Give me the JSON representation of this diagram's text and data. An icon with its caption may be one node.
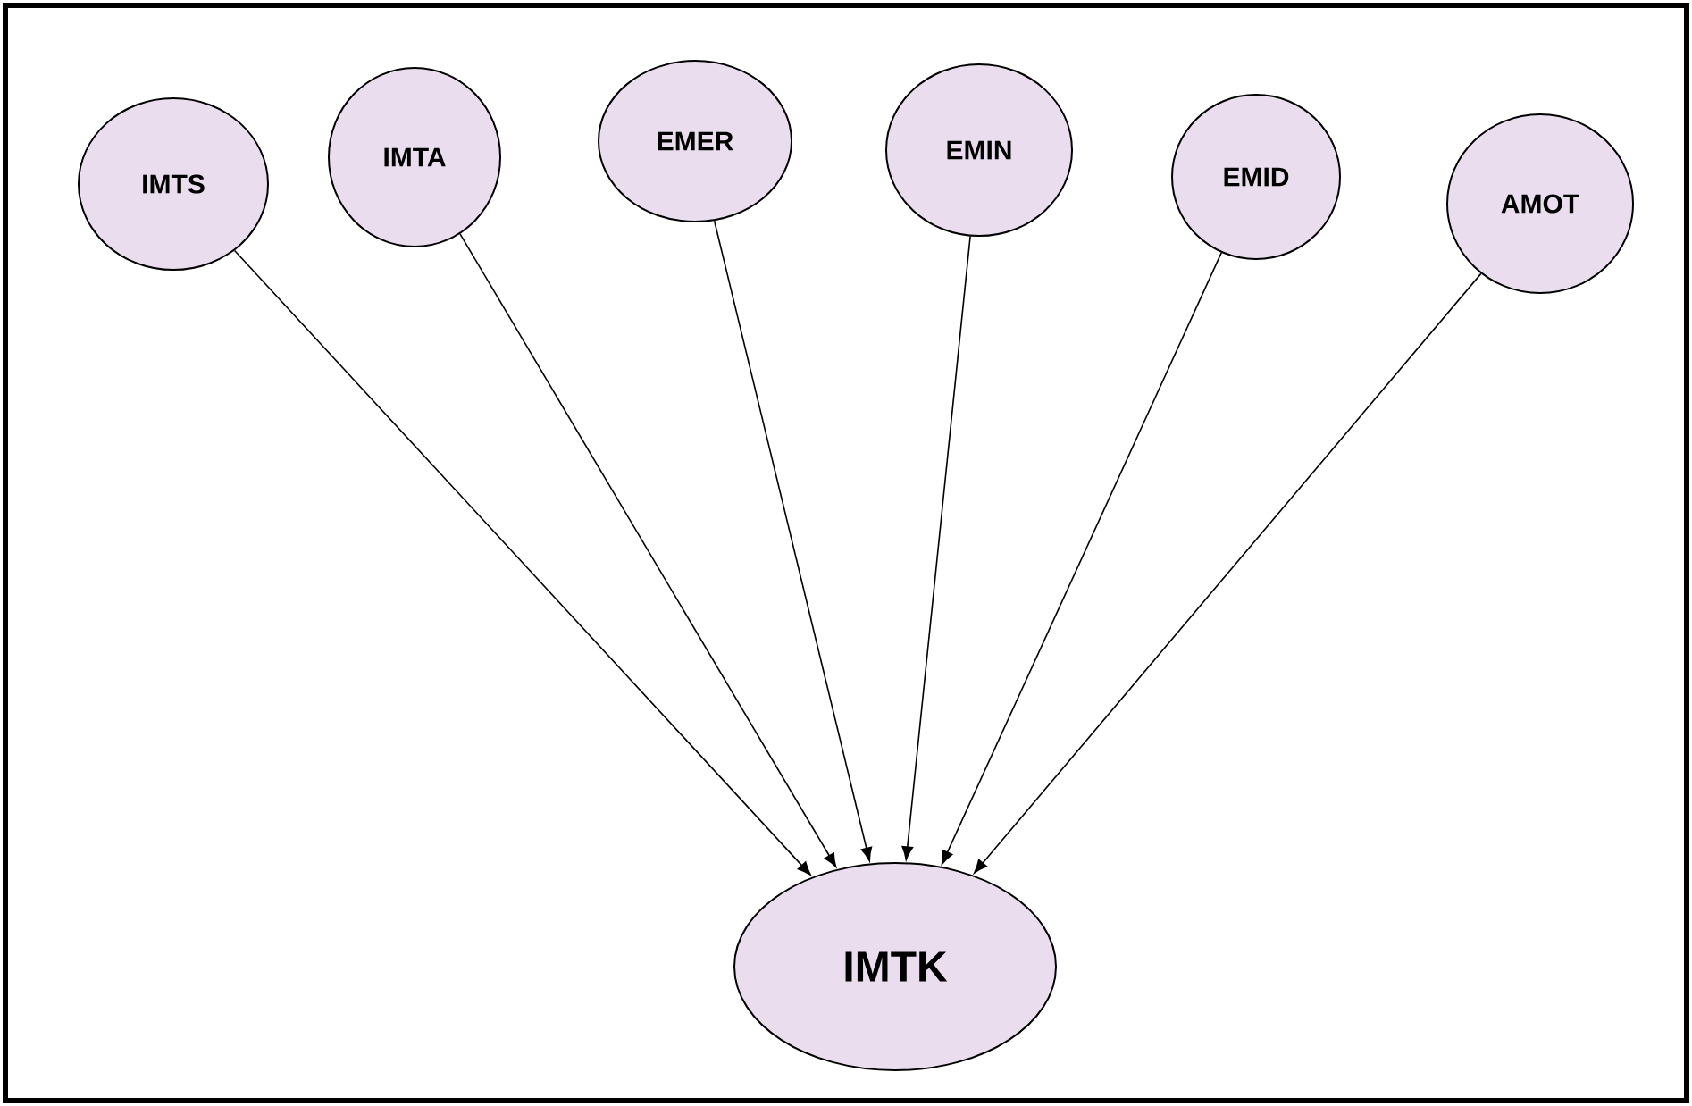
{
  "diagram": {
    "nodes": [
      {
        "text": [
          "IMTS"
        ]
      },
      {
        "text": [
          "IMTA"
        ]
      },
      {
        "text": [
          "EMER"
        ]
      },
      {
        "text": [
          "EMIN"
        ]
      },
      {
        "text": [
          "EMID"
        ]
      },
      {
        "text": [
          "AMOT"
        ]
      },
      {
        "text": [
          "IMTK"
        ]
      }
    ],
    "edges": [
      {
        "from": 0,
        "to": 6,
        "arrow": "to"
      },
      {
        "from": 1,
        "to": 6,
        "arrow": "to"
      },
      {
        "from": 2,
        "to": 6,
        "arrow": "to"
      },
      {
        "from": 3,
        "to": 6,
        "arrow": "to"
      },
      {
        "from": 4,
        "to": 6,
        "arrow": "to"
      },
      {
        "from": 5,
        "to": 6,
        "arrow": "to"
      }
    ]
  }
}
